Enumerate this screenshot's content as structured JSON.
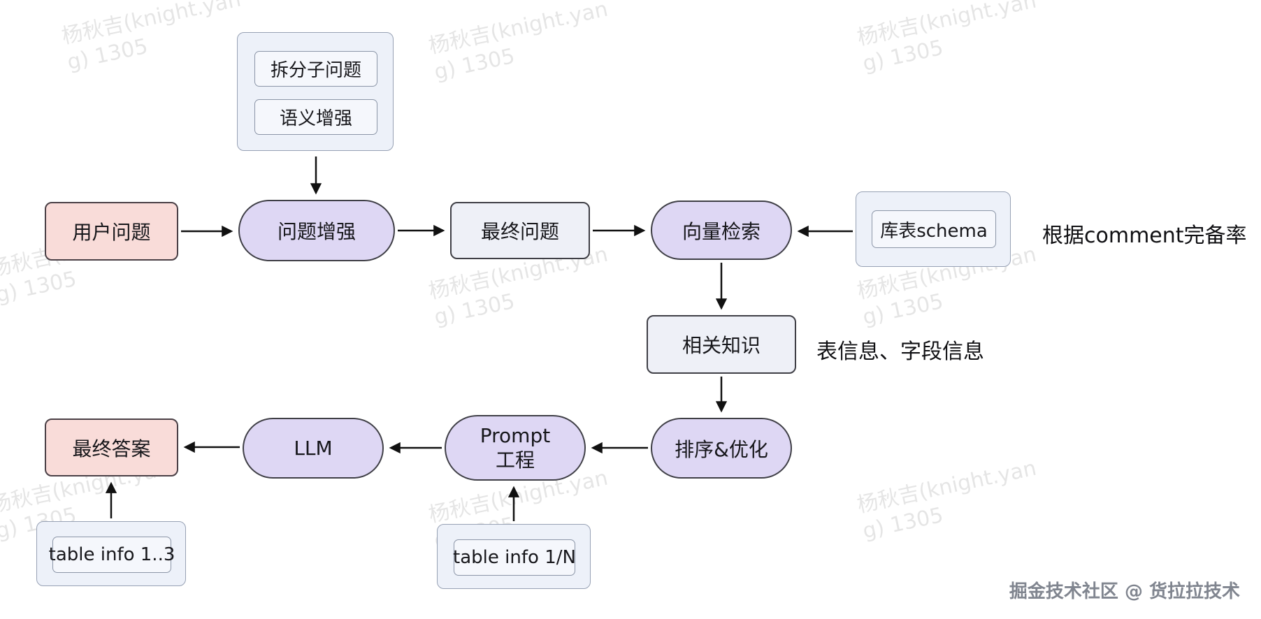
{
  "watermark": {
    "line1": "杨秋吉(knight.yan",
    "line2": "g) 1305"
  },
  "nodes": {
    "split_sub": "拆分子问题",
    "semantic": "语义增强",
    "user_question": "用户问题",
    "question_enhance": "问题增强",
    "final_question": "最终问题",
    "vector_retrieval": "向量检索",
    "schema": "库表schema",
    "related_knowledge": "相关知识",
    "sort_optimize": "排序&优化",
    "prompt_line1": "Prompt",
    "prompt_line2": "工程",
    "llm": "LLM",
    "final_answer": "最终答案",
    "table_info_13": "table info 1..3",
    "table_info_1n": "table info 1/N"
  },
  "annotations": {
    "comment_note": "根据comment完备率",
    "info_note": "表信息、字段信息",
    "footer": "掘金技术社区 @ 货拉拉技术"
  },
  "colors": {
    "pink": "#f9dcd9",
    "purple": "#ded7f4",
    "light_gray": "#eef0f7",
    "container_bg": "#edf1f9",
    "border_dark": "#3f3f46",
    "arrow": "#111111",
    "watermark": "#e0e0e0",
    "footer_text": "#80858f"
  }
}
